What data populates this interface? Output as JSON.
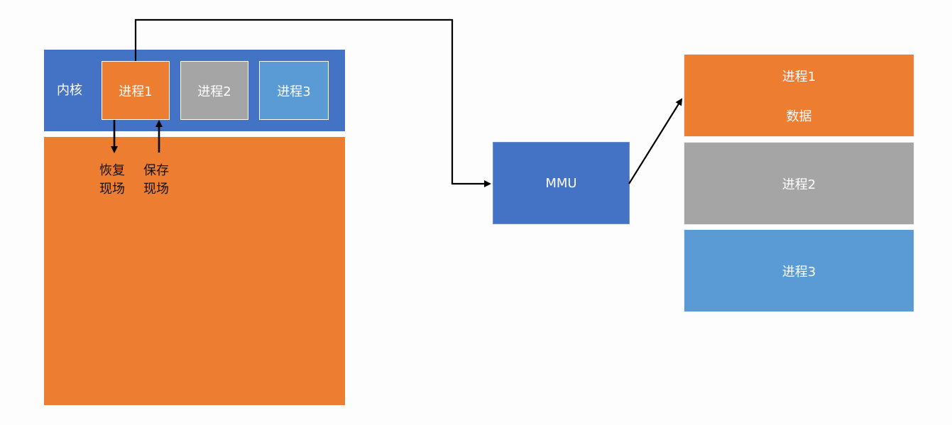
{
  "colors": {
    "kernel_blue": "#4472C4",
    "orange": "#ED7D31",
    "gray": "#A5A5A5",
    "light_blue": "#5B9BD5",
    "arrow": "#000000"
  },
  "left_panel": {
    "kernel_label": "内核",
    "tabs": [
      "进程1",
      "进程2",
      "进程3"
    ]
  },
  "context_labels": {
    "restore": [
      "恢复",
      "现场"
    ],
    "save": [
      "保存",
      "现场"
    ]
  },
  "mmu": {
    "label": "MMU"
  },
  "memory": {
    "block1": {
      "title": "进程1",
      "subtitle": "数据"
    },
    "block2": {
      "title": "进程2"
    },
    "block3": {
      "title": "进程3"
    }
  }
}
